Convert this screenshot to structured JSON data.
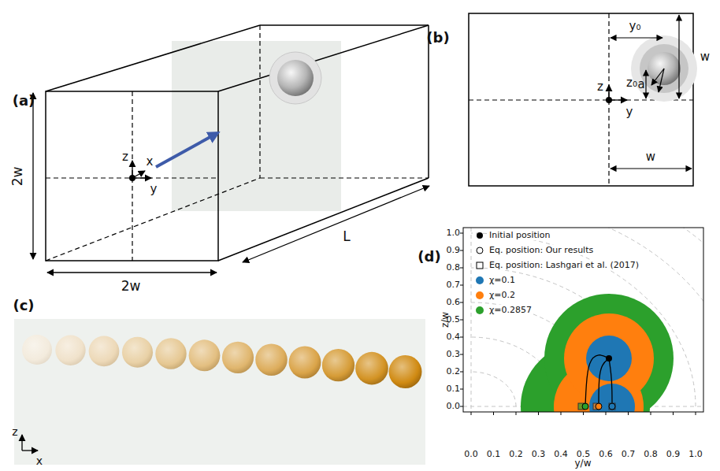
{
  "diagram": {
    "labels": [
      "(a)",
      "(b)",
      "(c)",
      "(d)",
      "2w",
      "2w",
      "L",
      "z",
      "x",
      "y",
      "y₀",
      "z₀",
      "a",
      "w",
      "w",
      "z",
      "y",
      "z",
      "x",
      "z/w",
      "y/w",
      "0.0",
      "0.1",
      "0.2",
      "0.3",
      "0.4",
      "0.5",
      "0.6",
      "0.7",
      "0.8",
      "0.9",
      "1.0",
      "0.0",
      "0.1",
      "0.2",
      "0.3",
      "0.4",
      "0.5",
      "0.6",
      "0.7",
      "0.8",
      "0.9",
      "1.0"
    ],
    "legend": [
      {
        "text": "Initial position"
      },
      {
        "text": "Eq. position: Our results"
      },
      {
        "text": "Eq. position: Lashgari et al. (2017)"
      },
      {
        "text": "χ=0.1",
        "color": "#1f77b4"
      },
      {
        "text": "χ=0.2",
        "color": "#ff7f0e"
      },
      {
        "text": "χ=0.2857",
        "color": "#2ca02c"
      }
    ]
  }
}
